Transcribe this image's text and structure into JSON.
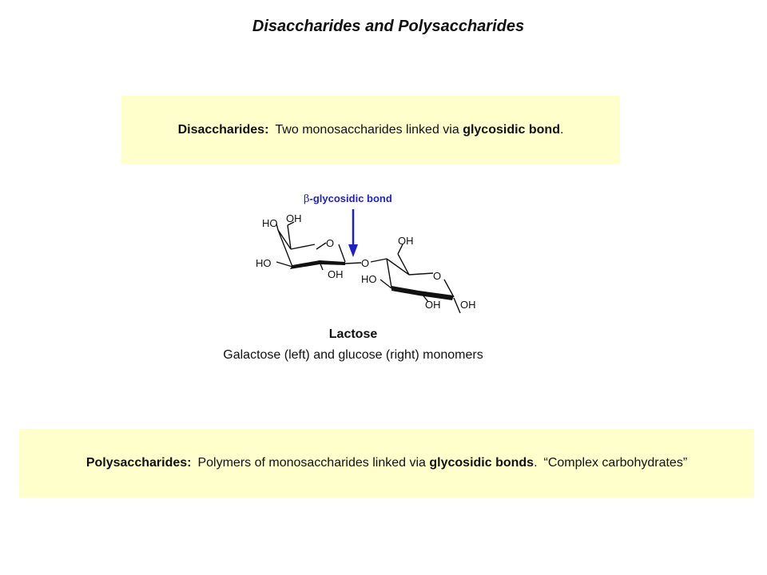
{
  "slide": {
    "title": "Disaccharides and Polysaccharides"
  },
  "disaccharide_box": {
    "term": "Disaccharides:",
    "text_before": "Two monosaccharides linked via ",
    "bold_phrase": "glycosidic bond",
    "text_after": "."
  },
  "structure": {
    "bond_label_greek": "β",
    "bond_label_text": "-glycosidic bond",
    "atom_labels": {
      "gal_c6_oh": "OH",
      "gal_c4_oh": "HO",
      "gal_ring_o": "O",
      "gal_c3_oh": "HO",
      "gal_c2_oh": "OH",
      "bridge_o": "O",
      "glc_c6_oh": "OH",
      "glc_c3_oh": "HO",
      "glc_ring_o": "O",
      "glc_c2_oh": "OH",
      "glc_c1_oh": "OH"
    },
    "arrow_color": "#1f1fcc"
  },
  "caption": {
    "name": "Lactose",
    "description": "Galactose (left) and glucose (right) monomers"
  },
  "polysaccharide_box": {
    "term": "Polysaccharides:",
    "text_before": "Polymers of monosaccharides linked via ",
    "bold_phrase": "glycosidic bonds",
    "text_after": ".",
    "quote": "“Complex carbohydrates”"
  },
  "colors": {
    "box_background": "#ffffcc",
    "bond_label": "#1f1fcc"
  }
}
